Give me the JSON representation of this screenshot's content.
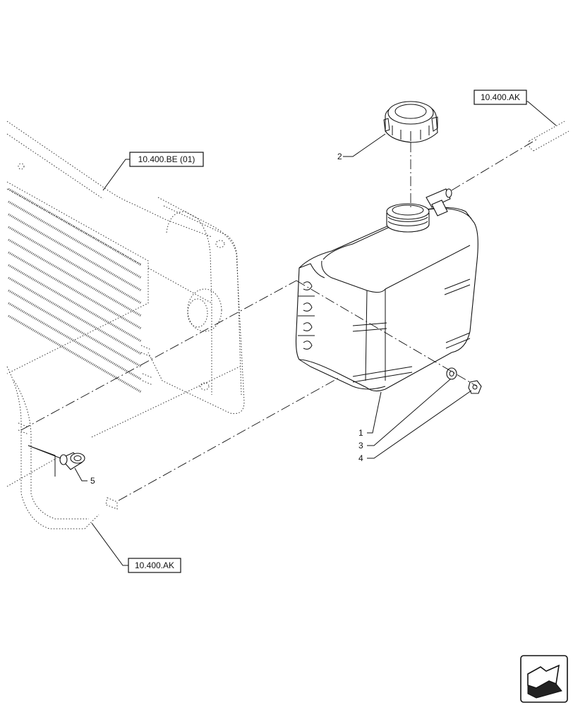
{
  "references": {
    "ref_top_right": "10.400.AK",
    "ref_left": "10.400.BE (01)",
    "ref_bottom": "10.400.AK"
  },
  "callouts": {
    "item_1": "1",
    "item_2": "2",
    "item_3": "3",
    "item_4": "4",
    "item_5": "5"
  },
  "icons": {
    "nav": "forward-arrow-icon"
  }
}
